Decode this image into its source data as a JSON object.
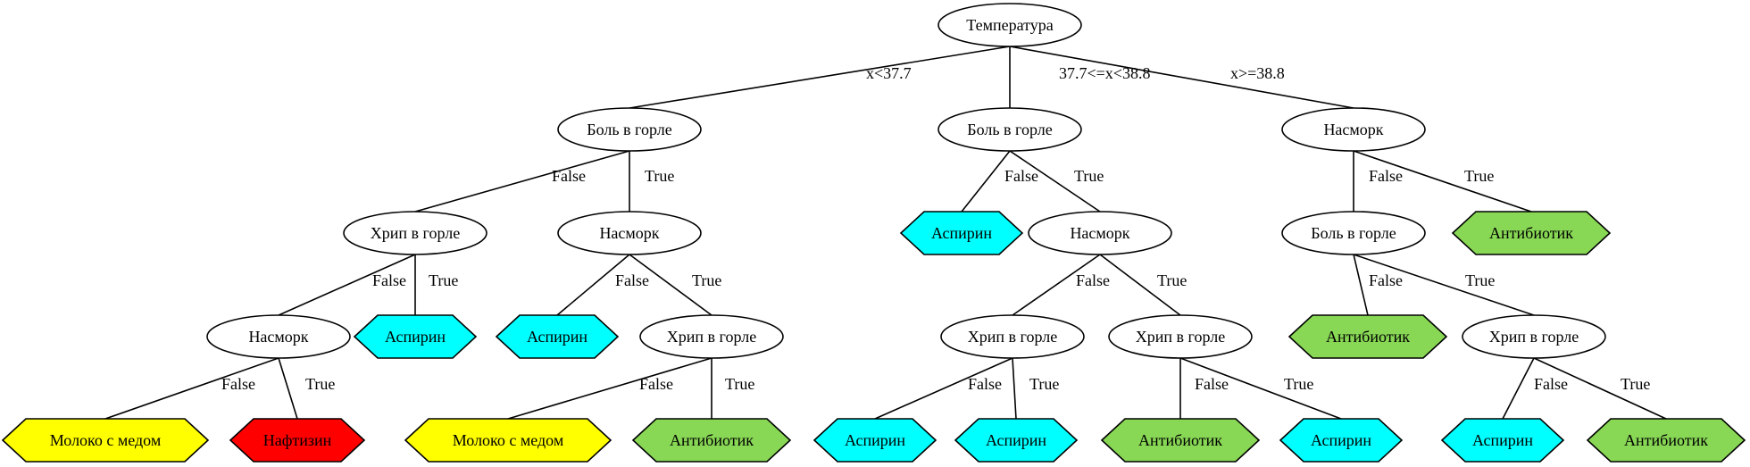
{
  "colors": {
    "stroke": "#000000",
    "decision": "#ffffff",
    "aspirin": "#00ffff",
    "milk": "#ffff00",
    "naphthyzin": "#ff0000",
    "antibiotic": "#88d855"
  },
  "nodes": [
    {
      "id": "n0",
      "label": "Температура",
      "shape": "ellipse",
      "fill": "decision"
    },
    {
      "id": "n1",
      "label": "Боль в горле",
      "shape": "ellipse",
      "fill": "decision"
    },
    {
      "id": "n2",
      "label": "Боль в горле",
      "shape": "ellipse",
      "fill": "decision"
    },
    {
      "id": "n3",
      "label": "Насморк",
      "shape": "ellipse",
      "fill": "decision"
    },
    {
      "id": "n4",
      "label": "Хрип в горле",
      "shape": "ellipse",
      "fill": "decision"
    },
    {
      "id": "n5",
      "label": "Насморк",
      "shape": "ellipse",
      "fill": "decision"
    },
    {
      "id": "n6",
      "label": "Аспирин",
      "shape": "hexagon",
      "fill": "aspirin"
    },
    {
      "id": "n7",
      "label": "Насморк",
      "shape": "ellipse",
      "fill": "decision"
    },
    {
      "id": "n8",
      "label": "Боль в горле",
      "shape": "ellipse",
      "fill": "decision"
    },
    {
      "id": "n9",
      "label": "Антибиотик",
      "shape": "hexagon",
      "fill": "antibiotic"
    },
    {
      "id": "n10",
      "label": "Насморк",
      "shape": "ellipse",
      "fill": "decision"
    },
    {
      "id": "n11",
      "label": "Аспирин",
      "shape": "hexagon",
      "fill": "aspirin"
    },
    {
      "id": "n12",
      "label": "Аспирин",
      "shape": "hexagon",
      "fill": "aspirin"
    },
    {
      "id": "n13",
      "label": "Хрип в горле",
      "shape": "ellipse",
      "fill": "decision"
    },
    {
      "id": "n14",
      "label": "Хрип в горле",
      "shape": "ellipse",
      "fill": "decision"
    },
    {
      "id": "n15",
      "label": "Хрип в горле",
      "shape": "ellipse",
      "fill": "decision"
    },
    {
      "id": "n16",
      "label": "Антибиотик",
      "shape": "hexagon",
      "fill": "antibiotic"
    },
    {
      "id": "n17",
      "label": "Хрип в горле",
      "shape": "ellipse",
      "fill": "decision"
    },
    {
      "id": "n18",
      "label": "Молоко с медом",
      "shape": "hexagon",
      "fill": "milk"
    },
    {
      "id": "n19",
      "label": "Нафтизин",
      "shape": "hexagon",
      "fill": "naphthyzin"
    },
    {
      "id": "n20",
      "label": "Молоко с медом",
      "shape": "hexagon",
      "fill": "milk"
    },
    {
      "id": "n21",
      "label": "Антибиотик",
      "shape": "hexagon",
      "fill": "antibiotic"
    },
    {
      "id": "n22",
      "label": "Аспирин",
      "shape": "hexagon",
      "fill": "aspirin"
    },
    {
      "id": "n23",
      "label": "Аспирин",
      "shape": "hexagon",
      "fill": "aspirin"
    },
    {
      "id": "n24",
      "label": "Антибиотик",
      "shape": "hexagon",
      "fill": "antibiotic"
    },
    {
      "id": "n25",
      "label": "Аспирин",
      "shape": "hexagon",
      "fill": "aspirin"
    },
    {
      "id": "n26",
      "label": "Аспирин",
      "shape": "hexagon",
      "fill": "aspirin"
    },
    {
      "id": "n27",
      "label": "Антибиотик",
      "shape": "hexagon",
      "fill": "antibiotic"
    }
  ],
  "edges": [
    {
      "from": "n0",
      "to": "n1",
      "label": "x<37.7"
    },
    {
      "from": "n0",
      "to": "n2",
      "label": "37.7<=x<38.8"
    },
    {
      "from": "n0",
      "to": "n3",
      "label": "x>=38.8"
    },
    {
      "from": "n1",
      "to": "n4",
      "label": "False"
    },
    {
      "from": "n1",
      "to": "n5",
      "label": "True"
    },
    {
      "from": "n2",
      "to": "n6",
      "label": "False"
    },
    {
      "from": "n2",
      "to": "n7",
      "label": "True"
    },
    {
      "from": "n3",
      "to": "n8",
      "label": "False"
    },
    {
      "from": "n3",
      "to": "n9",
      "label": "True"
    },
    {
      "from": "n4",
      "to": "n10",
      "label": "False"
    },
    {
      "from": "n4",
      "to": "n11",
      "label": "True"
    },
    {
      "from": "n5",
      "to": "n12",
      "label": "False"
    },
    {
      "from": "n5",
      "to": "n13",
      "label": "True"
    },
    {
      "from": "n7",
      "to": "n14",
      "label": "False"
    },
    {
      "from": "n7",
      "to": "n15",
      "label": "True"
    },
    {
      "from": "n8",
      "to": "n16",
      "label": "False"
    },
    {
      "from": "n8",
      "to": "n17",
      "label": "True"
    },
    {
      "from": "n10",
      "to": "n18",
      "label": "False"
    },
    {
      "from": "n10",
      "to": "n19",
      "label": "True"
    },
    {
      "from": "n13",
      "to": "n20",
      "label": "False"
    },
    {
      "from": "n13",
      "to": "n21",
      "label": "True"
    },
    {
      "from": "n14",
      "to": "n22",
      "label": "False"
    },
    {
      "from": "n14",
      "to": "n23",
      "label": "True"
    },
    {
      "from": "n15",
      "to": "n24",
      "label": "False"
    },
    {
      "from": "n15",
      "to": "n25",
      "label": "True"
    },
    {
      "from": "n17",
      "to": "n26",
      "label": "False"
    },
    {
      "from": "n17",
      "to": "n27",
      "label": "True"
    }
  ]
}
